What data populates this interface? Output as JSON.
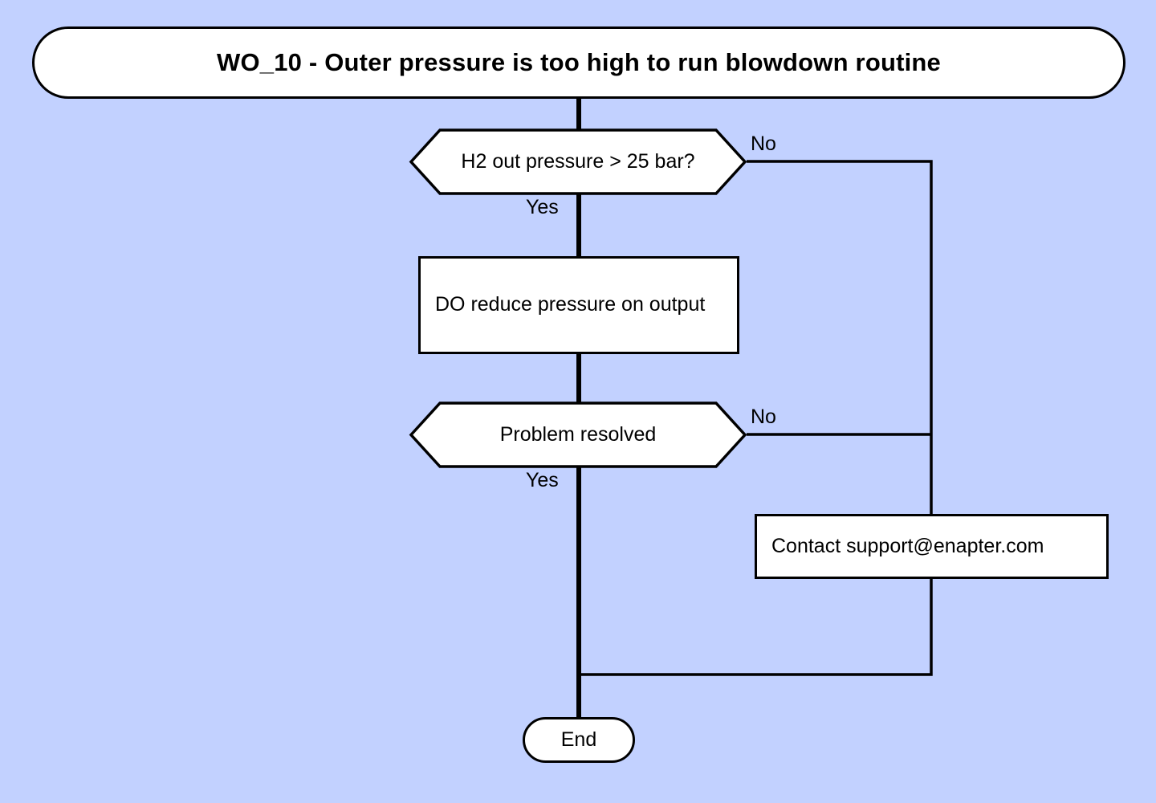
{
  "diagram": {
    "type": "flowchart",
    "background_color": "#c2d1ff",
    "line_color": "#000000",
    "node_fill": "#ffffff",
    "title": "WO_10 - Outer pressure is too high to run blowdown routine",
    "nodes": [
      {
        "id": "title",
        "shape": "stadium",
        "text": "WO_10 - Outer pressure is too high to run blowdown routine"
      },
      {
        "id": "dec1",
        "shape": "hexagon",
        "text": "H2 out pressure > 25 bar?"
      },
      {
        "id": "proc1",
        "shape": "rectangle",
        "text": "DO reduce pressure on output"
      },
      {
        "id": "dec2",
        "shape": "hexagon",
        "text": "Problem resolved"
      },
      {
        "id": "support",
        "shape": "rectangle",
        "text": "Contact support@enapter.com"
      },
      {
        "id": "end",
        "shape": "stadium",
        "text": "End"
      }
    ],
    "edges": [
      {
        "from": "title",
        "to": "dec1",
        "label": ""
      },
      {
        "from": "dec1",
        "to": "proc1",
        "label": "Yes"
      },
      {
        "from": "dec1",
        "to": "support",
        "label": "No"
      },
      {
        "from": "proc1",
        "to": "dec2",
        "label": ""
      },
      {
        "from": "dec2",
        "to": "end",
        "label": "Yes"
      },
      {
        "from": "dec2",
        "to": "support",
        "label": "No"
      },
      {
        "from": "support",
        "to": "end",
        "label": ""
      }
    ],
    "edge_labels": {
      "dec1_yes": "Yes",
      "dec1_no": "No",
      "dec2_yes": "Yes",
      "dec2_no": "No"
    }
  }
}
